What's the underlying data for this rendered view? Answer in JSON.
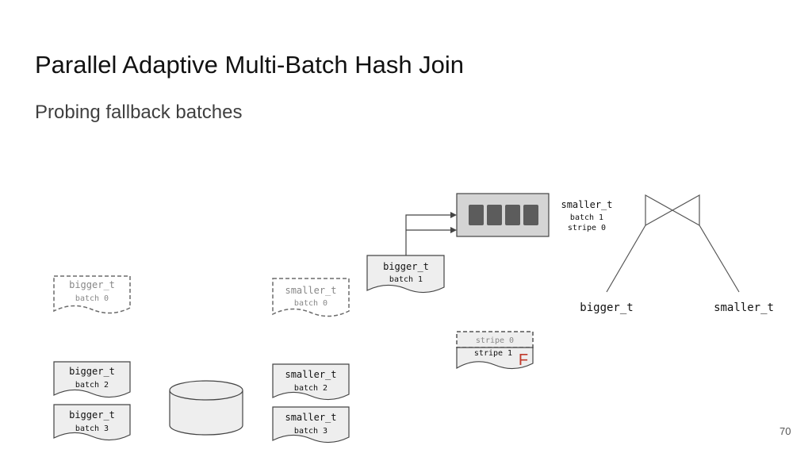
{
  "title": "Parallel Adaptive Multi-Batch Hash Join",
  "subtitle": "Probing fallback batches",
  "page_number": "70",
  "colors": {
    "doc_fill": "#eeeeee",
    "doc_stroke": "#444444",
    "ghost_stroke": "#6b6b6b",
    "ghost_text": "#888888",
    "hashtable_fill": "#d4d4d4",
    "bucket_fill": "#5c5c5c",
    "fallback_marker": "#c0392b"
  },
  "hash_table": {
    "label_name": "smaller_t",
    "label_batch": "batch 1",
    "label_stripe": "stripe 0"
  },
  "probe_doc": {
    "name": "bigger_t",
    "batch": "batch 1"
  },
  "left_docs": {
    "ghost": {
      "name": "bigger_t",
      "batch": "batch 0"
    },
    "items": [
      {
        "name": "bigger_t",
        "batch": "batch 2"
      },
      {
        "name": "bigger_t",
        "batch": "batch 3"
      }
    ]
  },
  "middle_docs": {
    "ghost": {
      "name": "smaller_t",
      "batch": "batch 0"
    },
    "items": [
      {
        "name": "smaller_t",
        "batch": "batch 2"
      },
      {
        "name": "smaller_t",
        "batch": "batch 3"
      }
    ]
  },
  "stripes": {
    "stripe0": "stripe 0",
    "stripe1": "stripe 1",
    "fallback_flag": "F"
  },
  "join_tree": {
    "left_input": "bigger_t",
    "right_input": "smaller_t"
  }
}
